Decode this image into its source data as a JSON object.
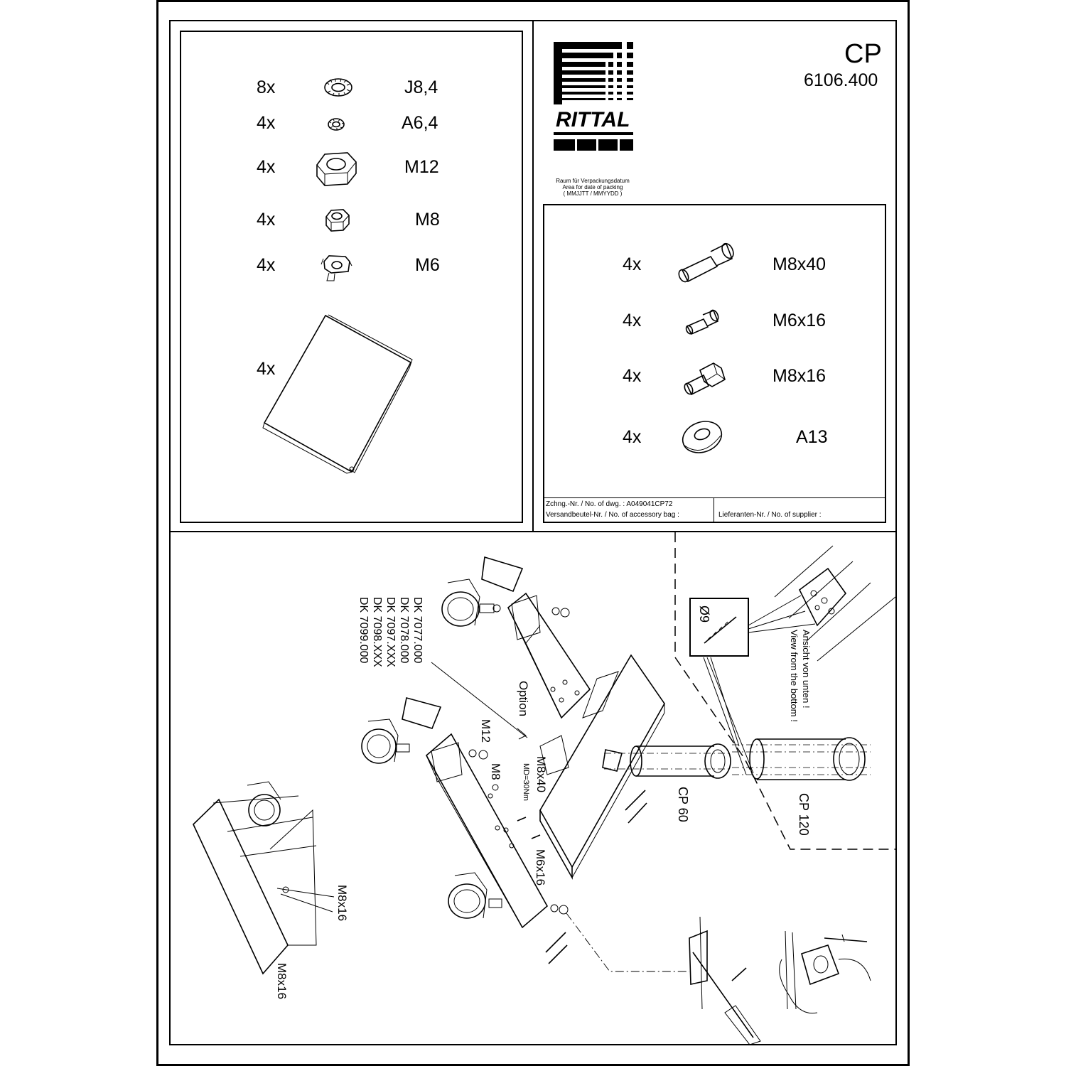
{
  "header": {
    "product": "CP",
    "article_number": "6106.400",
    "brand": "RITTAL",
    "packing_date_lines": [
      "Raum für Verpackungsdatum",
      "Area for date of packing",
      "( MMJJTT / MMYYDD )"
    ]
  },
  "left_parts": [
    {
      "qty": "8x",
      "label": "J8,4",
      "icon": "serrated-lock-washer-icon"
    },
    {
      "qty": "4x",
      "label": "A6,4",
      "icon": "small-lock-washer-icon"
    },
    {
      "qty": "4x",
      "label": "M12",
      "icon": "hex-nut-large-icon"
    },
    {
      "qty": "4x",
      "label": "M8",
      "icon": "hex-nut-small-icon"
    },
    {
      "qty": "4x",
      "label": "M6",
      "icon": "cage-nut-icon"
    },
    {
      "qty": "4x",
      "label": "",
      "icon": "cover-plate-icon"
    }
  ],
  "right_parts": [
    {
      "qty": "4x",
      "label": "M8x40",
      "icon": "socket-screw-long-icon"
    },
    {
      "qty": "4x",
      "label": "M6x16",
      "icon": "socket-screw-short-icon"
    },
    {
      "qty": "4x",
      "label": "M8x16",
      "icon": "hex-bolt-icon"
    },
    {
      "qty": "4x",
      "label": "A13",
      "icon": "flat-washer-icon"
    }
  ],
  "footer": {
    "drawing_no": "Zchng.-Nr. / No. of dwg. : A049041CP72",
    "bag_no": "Versandbeutel-Nr. / No. of accessory bag :",
    "supplier_no": "Lieferanten-Nr. / No. of supplier :"
  },
  "assembly": {
    "dk_models": [
      "DK 7077.000",
      "DK 7078.000",
      "DK 7097.XXX",
      "DK 7098.XXX",
      "DK 7099.000"
    ],
    "option": "Option",
    "m12": "M12",
    "m8": "M8",
    "m8x40": "M8x40",
    "torque": "MD=30Nm",
    "m6x16": "M6x16",
    "m8x16_a": "M8x16",
    "m8x16_b": "M8x16",
    "cp60": "CP 60",
    "cp120": "CP 120",
    "drill": "Ø9",
    "view_de": "Ansicht von unten !",
    "view_en": "View from the bottom !"
  }
}
